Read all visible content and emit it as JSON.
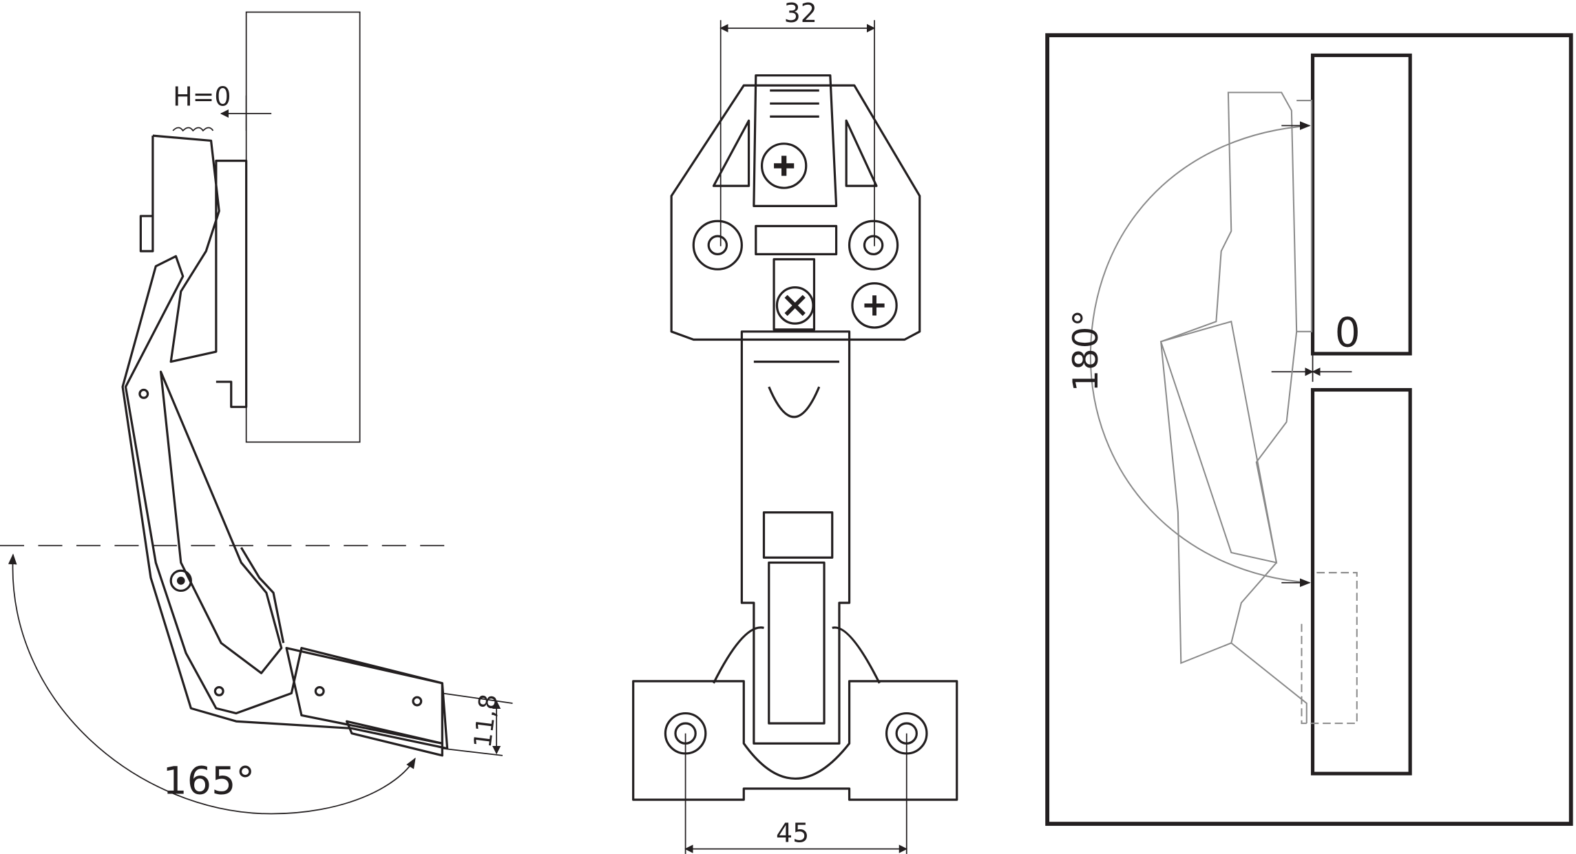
{
  "left_view": {
    "overlay_label": "H=0",
    "opening_angle": "165°",
    "height_dimension": "11,8"
  },
  "front_view": {
    "top_hole_spacing": "32",
    "bottom_hole_spacing": "45"
  },
  "right_view": {
    "opening_angle": "180°",
    "gap_label": "0"
  },
  "colors": {
    "line": "#231f20",
    "ghost": "#8a8a8a"
  }
}
